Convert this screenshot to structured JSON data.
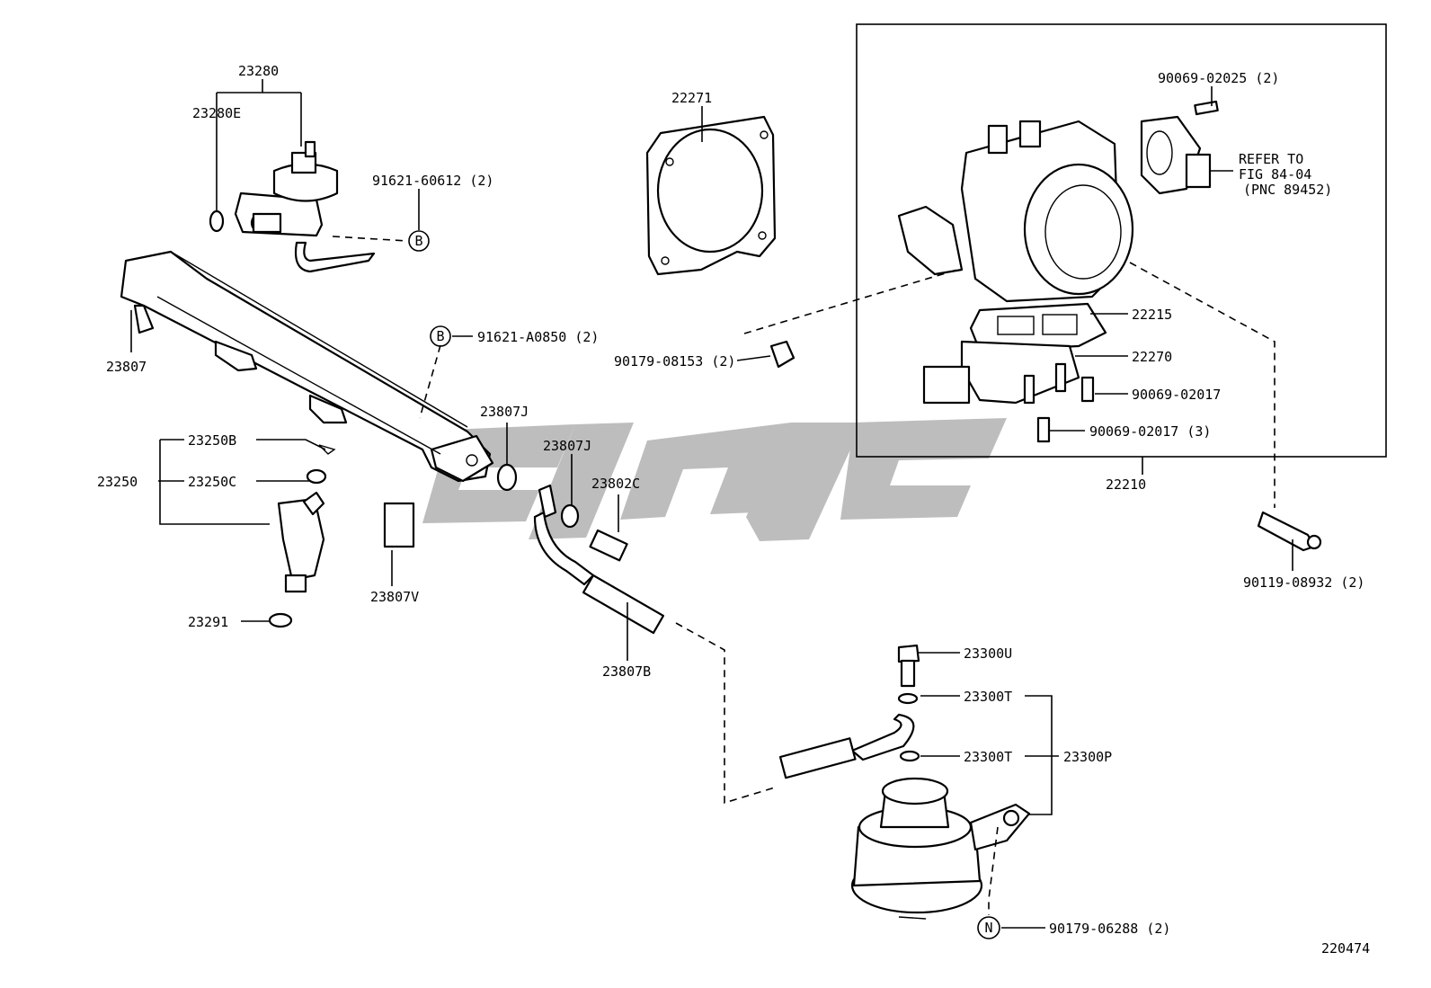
{
  "labels": {
    "p23280": "23280",
    "p23280E": "23280E",
    "p91621_60612": "91621-60612 (2)",
    "p22271": "22271",
    "p90069_02025": "90069-02025 (2)",
    "refer_line1": "REFER TO",
    "refer_line2": "FIG 84-04",
    "refer_line3": "(PNC 89452)",
    "p23807": "23807",
    "p91621_A0850": "91621-A0850 (2)",
    "p90179_08153": "90179-08153 (2)",
    "p22215": "22215",
    "p22270": "22270",
    "p90069_02017_a": "90069-02017",
    "p90069_02017_b": "90069-02017 (3)",
    "p22210": "22210",
    "p23807J_a": "23807J",
    "p23807J_b": "23807J",
    "p23250B": "23250B",
    "p23250": "23250",
    "p23250C": "23250C",
    "p23802C": "23802C",
    "p23807V": "23807V",
    "p23291": "23291",
    "p23807B": "23807B",
    "p90119_08932": "90119-08932 (2)",
    "p23300U": "23300U",
    "p23300T_a": "23300T",
    "p23300T_b": "23300T",
    "p23300P": "23300P",
    "p90179_06288": "90179-06288 (2)",
    "diagram_id": "220474"
  },
  "callouts": {
    "b_upper": "B",
    "b_lower": "B",
    "n": "N"
  },
  "watermark": {
    "color": "#bdbdbd"
  }
}
